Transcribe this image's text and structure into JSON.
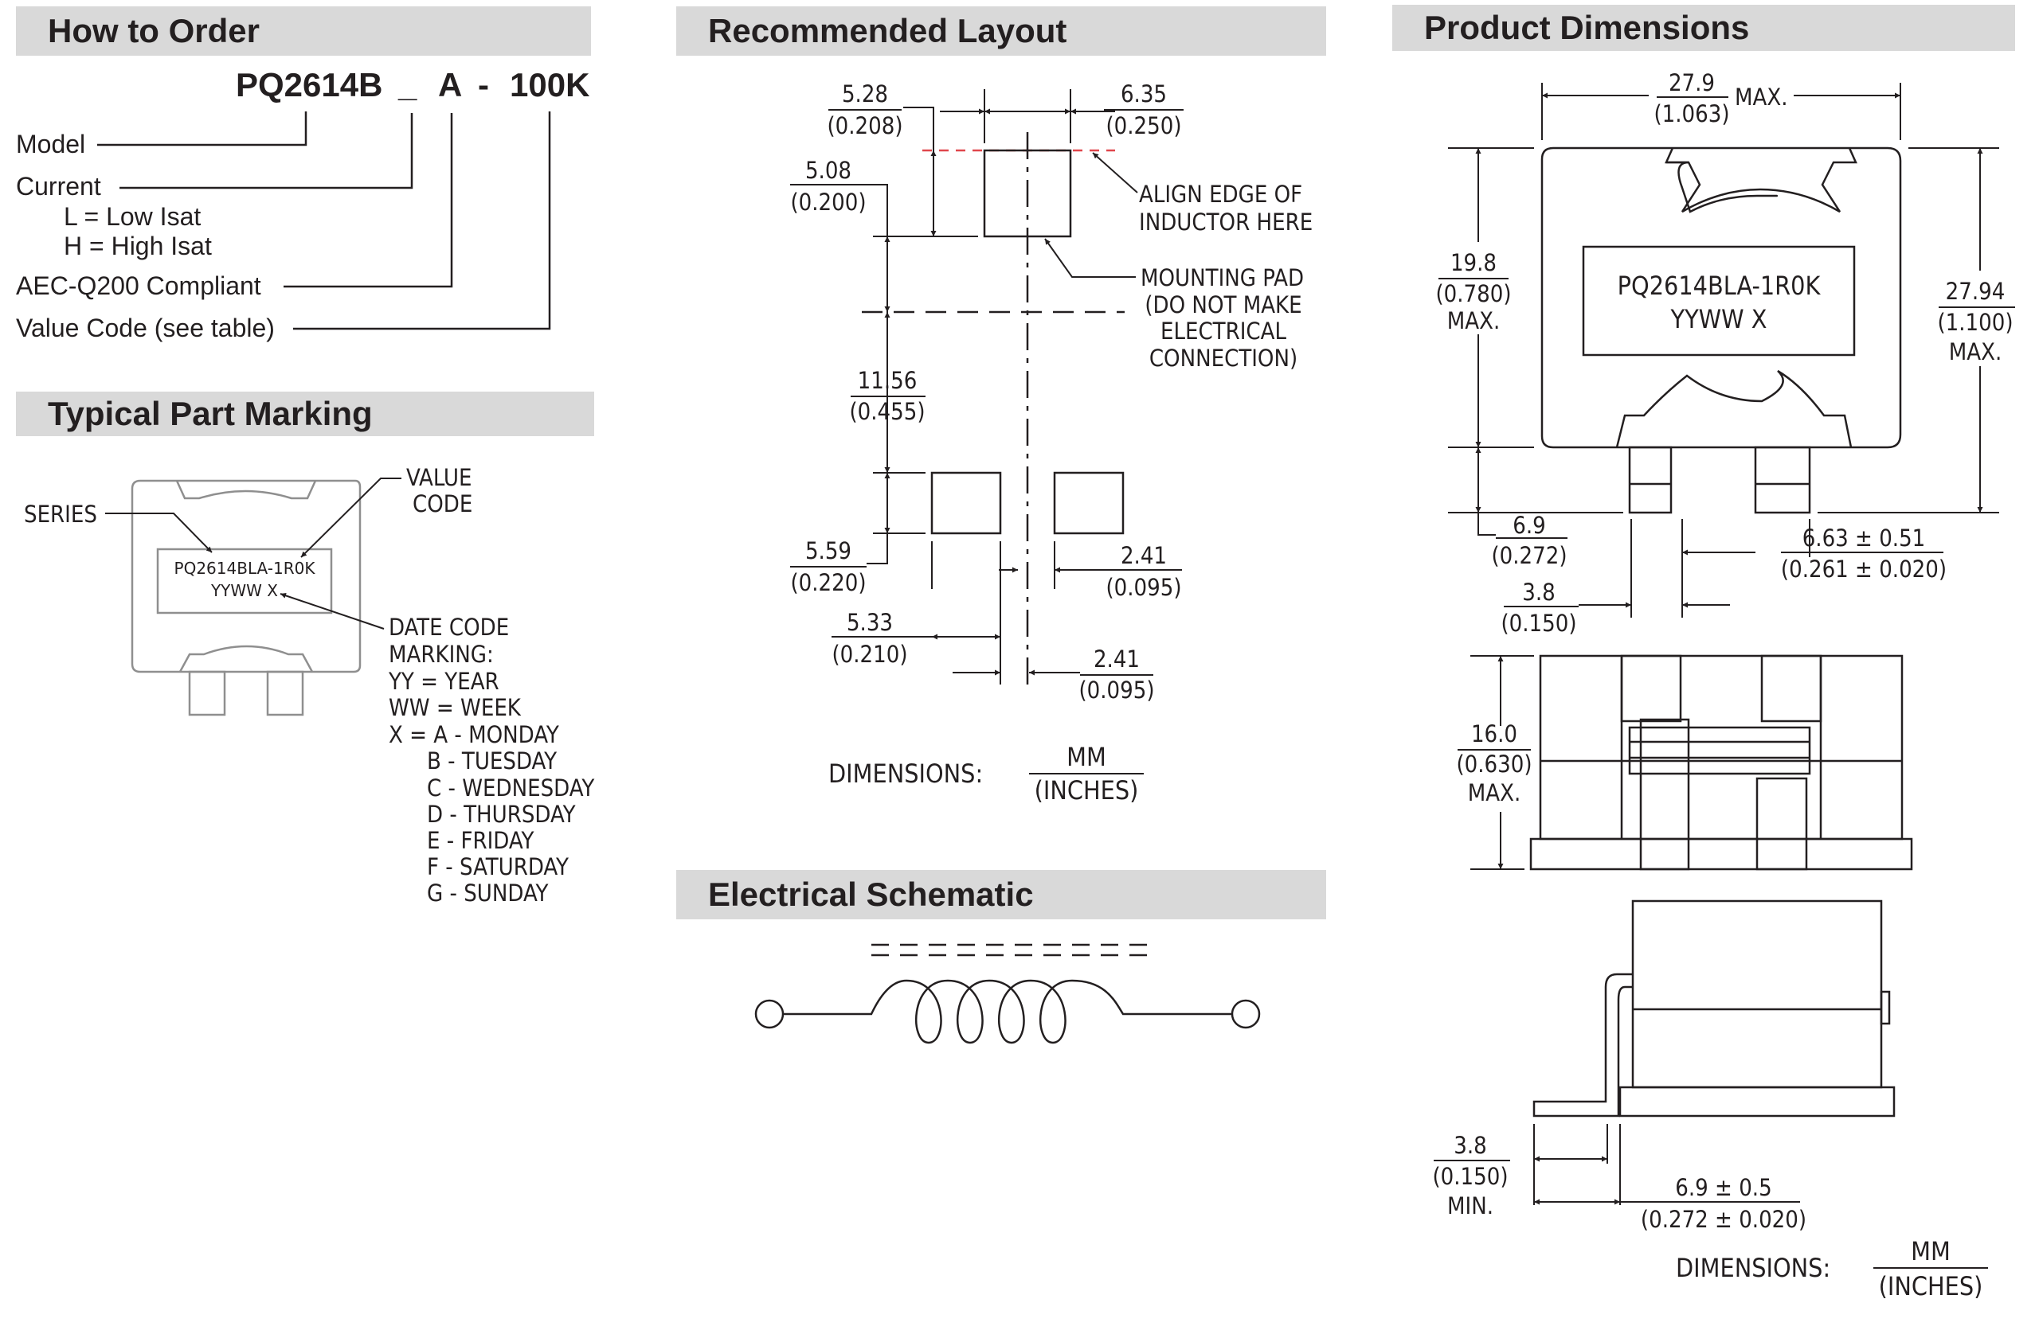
{
  "sections": {
    "how_to_order": "How to Order",
    "typical_marking": "Typical Part Marking",
    "recommended_layout": "Recommended Layout",
    "electrical_schematic": "Electrical Schematic",
    "product_dimensions": "Product Dimensions"
  },
  "order": {
    "part_base": "PQ2614B",
    "part_sep1": "_",
    "part_current": "A",
    "part_sep2": "-",
    "part_value": "100K",
    "model": "Model",
    "current": "Current",
    "low": "L = Low Isat",
    "high": "H = High Isat",
    "aec": "AEC-Q200 Compliant",
    "value_code": "Value Code (see table)"
  },
  "marking": {
    "series": "SERIES",
    "value_code_1": "VALUE",
    "value_code_2": "CODE",
    "part_text": "PQ2614BLA-1R0K",
    "date_text": "YYWW X",
    "date_code_1": "DATE CODE",
    "date_code_2": "MARKING:",
    "yy": "YY = YEAR",
    "ww": "WW = WEEK",
    "days": [
      "X = A - MONDAY",
      "B - TUESDAY",
      "C - WEDNESDAY",
      "D - THURSDAY",
      "E - FRIDAY",
      "F - SATURDAY",
      "G - SUNDAY"
    ]
  },
  "layout": {
    "d1_mm": "5.28",
    "d1_in": "(0.208)",
    "d2_mm": "6.35",
    "d2_in": "(0.250)",
    "d3_mm": "5.08",
    "d3_in": "(0.200)",
    "d4_mm": "11.56",
    "d4_in": "(0.455)",
    "d5_mm": "5.59",
    "d5_in": "(0.220)",
    "d6_mm": "2.41",
    "d6_in": "(0.095)",
    "d7_mm": "5.33",
    "d7_in": "(0.210)",
    "d8_mm": "2.41",
    "d8_in": "(0.095)",
    "align_1": "ALIGN EDGE OF",
    "align_2": "INDUCTOR HERE",
    "pad_1": "MOUNTING PAD",
    "pad_2": "(DO NOT MAKE",
    "pad_3": "ELECTRICAL",
    "pad_4": "CONNECTION)",
    "dims_label": "DIMENSIONS:",
    "unit_mm": "MM",
    "unit_in": "(INCHES)"
  },
  "product": {
    "w_mm": "27.9",
    "w_in": "(1.063)",
    "w_max": "MAX.",
    "h1_mm": "19.8",
    "h1_in": "(0.780)",
    "h1_max": "MAX.",
    "h2_mm": "27.94",
    "h2_in": "(1.100)",
    "h2_max": "MAX.",
    "part_text": "PQ2614BLA-1R0K",
    "date_text": "YYWW X",
    "t1_mm": "6.9",
    "t1_in": "(0.272)",
    "t2_mm": "6.63 ± 0.51",
    "t2_in": "(0.261 ± 0.020)",
    "t3_mm": "3.8",
    "t3_in": "(0.150)",
    "side_mm": "16.0",
    "side_in": "(0.630)",
    "side_max": "MAX.",
    "b1_mm": "3.8",
    "b1_in": "(0.150)",
    "b1_min": "MIN.",
    "b2_mm": "6.9 ± 0.5",
    "b2_in": "(0.272 ± 0.020)",
    "dims_label": "DIMENSIONS:",
    "unit_mm": "MM",
    "unit_in": "(INCHES)"
  }
}
